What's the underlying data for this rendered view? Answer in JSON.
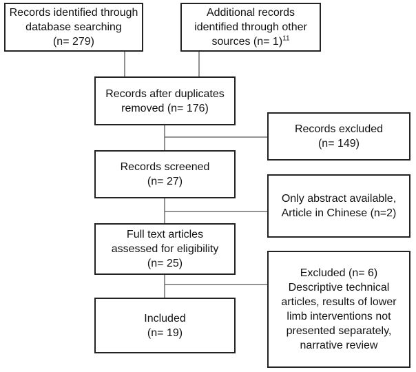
{
  "boxes": {
    "database_search": {
      "lines": [
        "Records identified through",
        "database searching",
        "(n= 279)"
      ]
    },
    "additional_records": {
      "lines": [
        "Additional records",
        "identified through other",
        "sources (n= 1)"
      ],
      "superscript": "11"
    },
    "after_duplicates": {
      "lines": [
        "Records after duplicates",
        "removed (n= 176)"
      ]
    },
    "records_excluded": {
      "lines": [
        "Records excluded",
        "(n= 149)"
      ]
    },
    "records_screened": {
      "lines": [
        "Records screened",
        "(n= 27)"
      ]
    },
    "abstract_only": {
      "lines": [
        "Only abstract available,",
        "Article in Chinese (n=2)"
      ]
    },
    "full_text": {
      "lines": [
        "Full text articles",
        "assessed for eligibility",
        "(n= 25)"
      ]
    },
    "excluded_full_text": {
      "lines": [
        "Excluded (n= 6)",
        "Descriptive technical",
        "articles, results of lower",
        "limb interventions not",
        "presented separately,",
        "narrative review"
      ]
    },
    "included": {
      "lines": [
        "Included",
        "(n= 19)"
      ]
    }
  }
}
